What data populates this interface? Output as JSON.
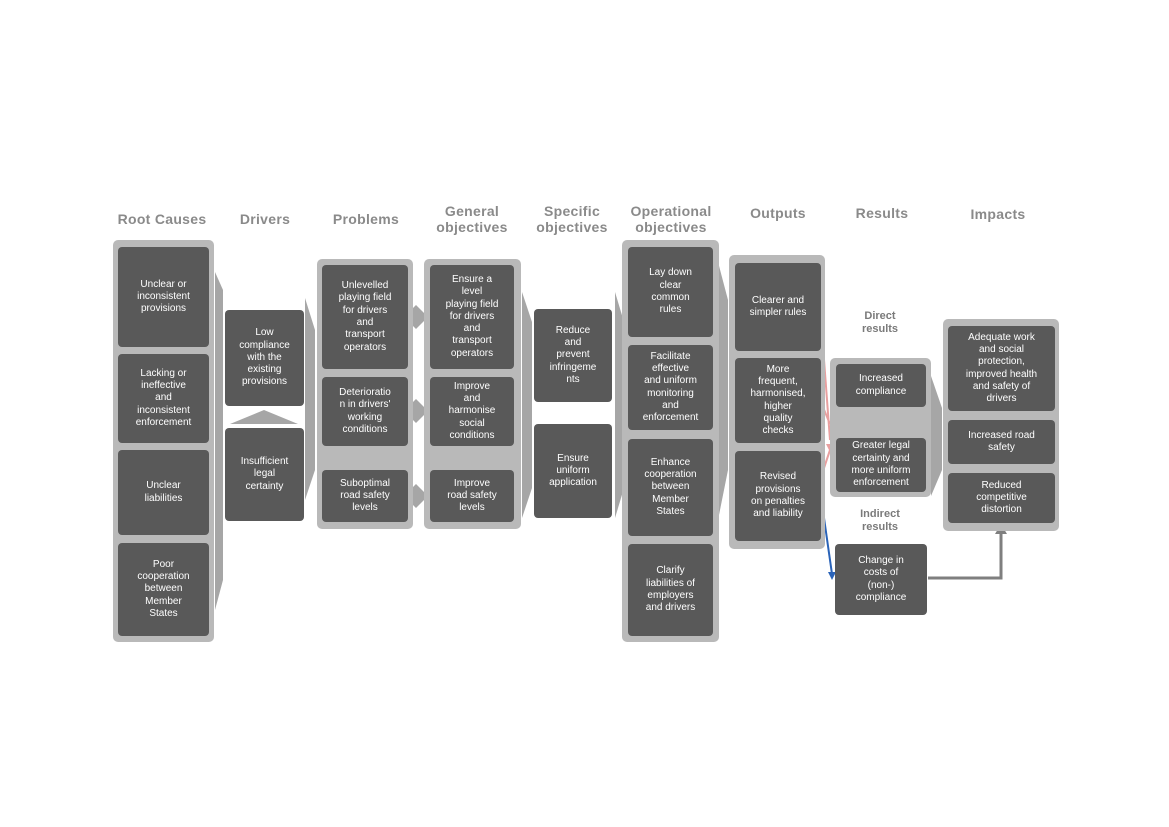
{
  "headers": {
    "root_causes": "Root Causes",
    "drivers": "Drivers",
    "problems": "Problems",
    "general_objectives": "General\nobjectives",
    "specific_objectives": "Specific\nobjectives",
    "operational_objectives": "Operational\nobjectives",
    "outputs": "Outputs",
    "results": "Results",
    "impacts": "Impacts"
  },
  "root_causes": [
    "Unclear or\ninconsistent\nprovisions",
    "Lacking or\nineffective\nand\ninconsistent\nenforcement",
    "Unclear\nliabilities",
    "Poor\ncooperation\nbetween\nMember\nStates"
  ],
  "drivers": [
    "Low\ncompliance\nwith the\nexisting\nprovisions",
    "Insufficient\nlegal\ncertainty"
  ],
  "problems": [
    "Unlevelled\nplaying field\nfor drivers\nand\ntransport\noperators",
    "Deterioratio\nn in drivers'\nworking\nconditions",
    "Suboptimal\nroad safety\nlevels"
  ],
  "general_objectives": [
    "Ensure a\nlevel\nplaying field\nfor drivers\nand\ntransport\noperators",
    "Improve\nand\nharmonise\nsocial\nconditions",
    "Improve\nroad safety\nlevels"
  ],
  "specific_objectives": [
    "Reduce\nand\nprevent\ninfringeme\nnts",
    "Ensure\nuniform\napplication"
  ],
  "operational_objectives": [
    "Lay down\nclear\ncommon\nrules",
    "Facilitate\neffective\nand uniform\nmonitoring\nand\nenforcement",
    "Enhance\ncooperation\nbetween\nMember\nStates",
    "Clarify\nliabilities of\nemployers\nand drivers"
  ],
  "outputs": [
    "Clearer and\nsimpler rules",
    "More\nfrequent,\nharmonised,\nhigher\nquality\nchecks",
    "Revised\nprovisions\non penalties\nand liability"
  ],
  "results": {
    "direct_label": "Direct\nresults",
    "direct": [
      "Increased\ncompliance",
      "Greater legal\ncertainty and\nmore uniform\nenforcement"
    ],
    "indirect_label": "Indirect\nresults",
    "indirect": "Change in\ncosts of\n(non-)\ncompliance"
  },
  "impacts": [
    "Adequate work\nand social\nprotection,\nimproved health\nand safety of\ndrivers",
    "Increased road\nsafety",
    "Reduced\ncompetitive\ndistortion"
  ],
  "colors": {
    "box": "#595959",
    "column_bg": "#b9b9b9",
    "arrow": "#a6a6a6",
    "direct_link": "#e8a0a0",
    "indirect_link": "#2a63b8",
    "indirect_to_impact": "#7f7f7f"
  }
}
